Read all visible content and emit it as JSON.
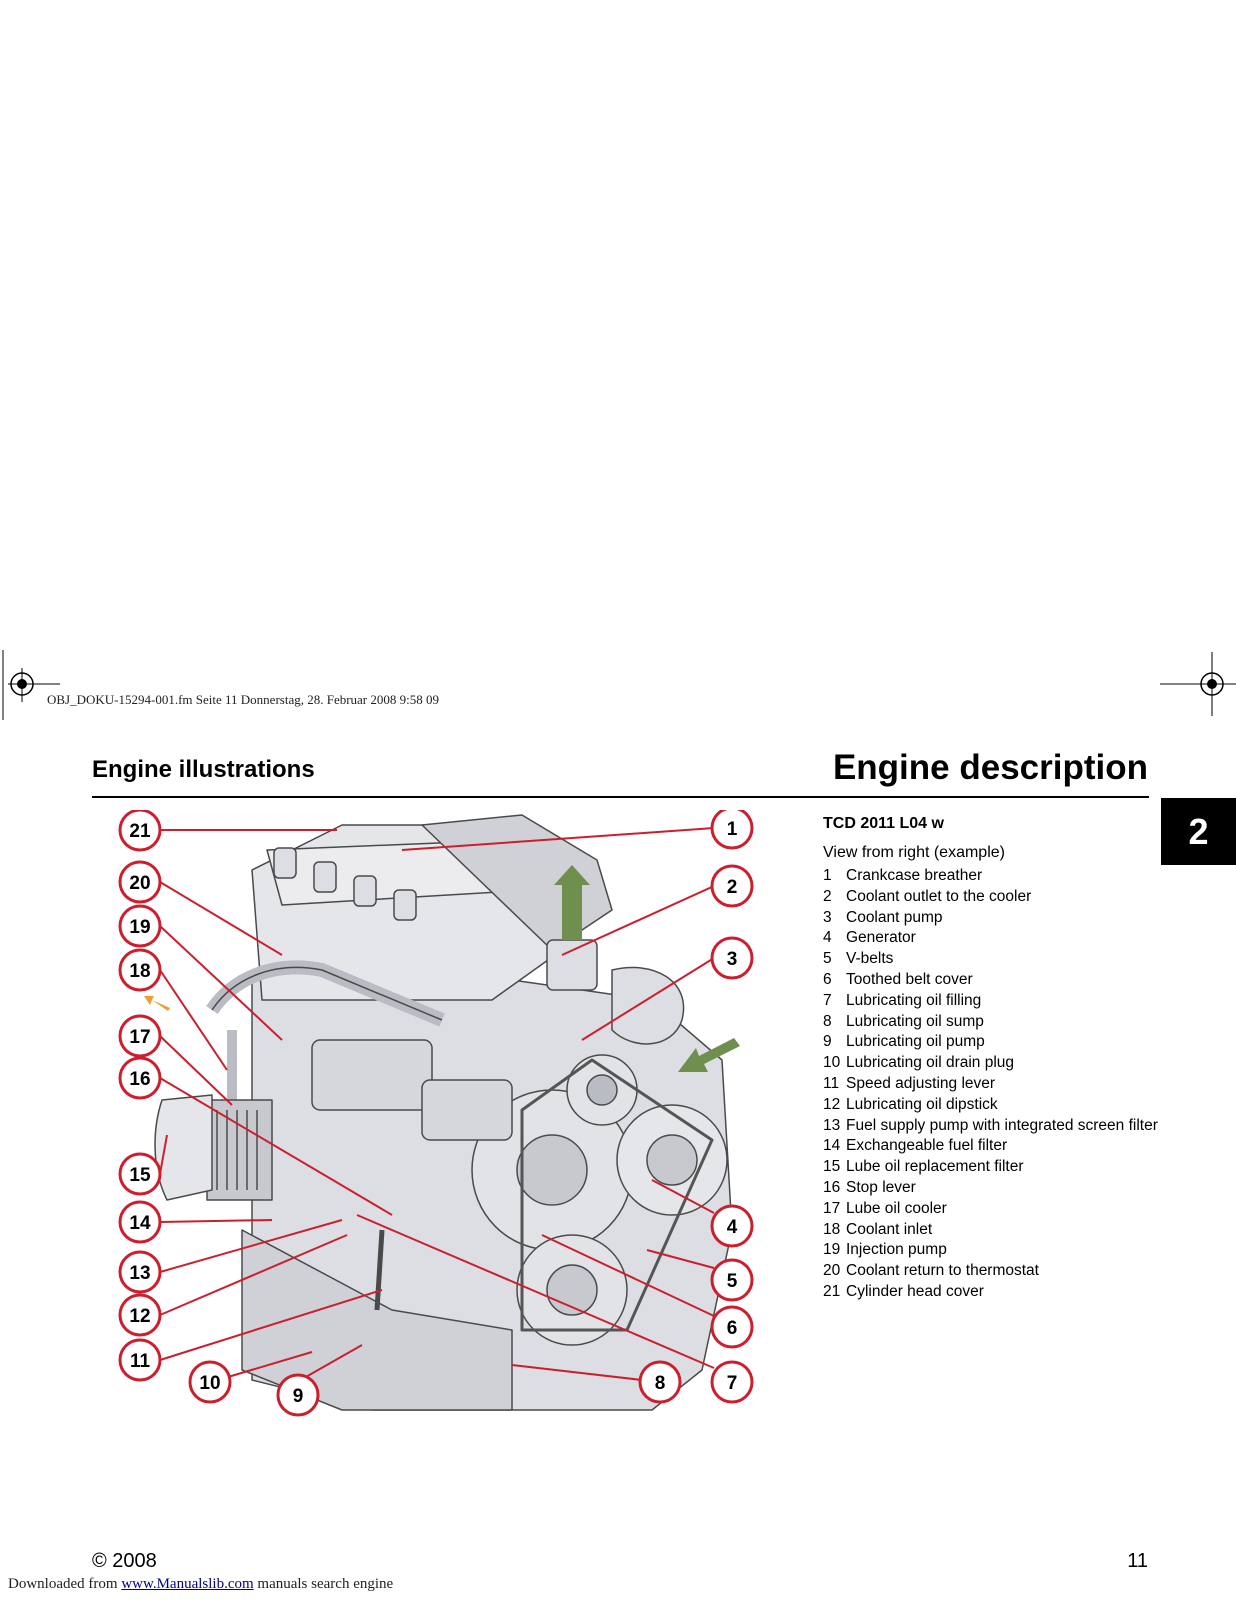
{
  "framemaker_header": "OBJ_DOKU-15294-001.fm  Seite 11  Donnerstag, 28. Februar 2008  9:58 09",
  "section_left": "Engine illustrations",
  "section_right": "Engine description",
  "chapter_tab": "2",
  "model": "TCD 2011 L04 w",
  "view_caption": "View from right (example)",
  "legend": [
    {
      "num": "1",
      "text": "Crankcase breather"
    },
    {
      "num": "2",
      "text": "Coolant outlet to the cooler"
    },
    {
      "num": "3",
      "text": "Coolant pump"
    },
    {
      "num": "4",
      "text": "Generator"
    },
    {
      "num": "5",
      "text": "V-belts"
    },
    {
      "num": "6",
      "text": "Toothed belt cover"
    },
    {
      "num": "7",
      "text": "Lubricating oil filling"
    },
    {
      "num": "8",
      "text": "Lubricating oil sump"
    },
    {
      "num": "9",
      "text": "Lubricating oil pump"
    },
    {
      "num": "10",
      "text": "Lubricating oil drain plug"
    },
    {
      "num": "11",
      "text": "Speed adjusting lever"
    },
    {
      "num": "12",
      "text": "Lubricating oil dipstick"
    },
    {
      "num": "13",
      "text": "Fuel supply pump with integrated screen filter"
    },
    {
      "num": "14",
      "text": "Exchangeable fuel filter"
    },
    {
      "num": "15",
      "text": "Lube oil replacement filter"
    },
    {
      "num": "16",
      "text": "Stop lever"
    },
    {
      "num": "17",
      "text": "Lube oil cooler"
    },
    {
      "num": "18",
      "text": "Coolant inlet"
    },
    {
      "num": "19",
      "text": "Injection pump"
    },
    {
      "num": "20",
      "text": "Coolant return to thermostat"
    },
    {
      "num": "21",
      "text": "Cylinder head cover"
    }
  ],
  "callouts": [
    "1",
    "2",
    "3",
    "4",
    "5",
    "6",
    "7",
    "8",
    "9",
    "10",
    "11",
    "12",
    "13",
    "14",
    "15",
    "16",
    "17",
    "18",
    "19",
    "20",
    "21"
  ],
  "copyright": "© 2008",
  "page_number": "11",
  "footer": {
    "prefix": "Downloaded from",
    "link_text": "www.Manualslib.com",
    "suffix": "manuals search engine"
  },
  "colors": {
    "callout_ring": "#cc1f2d",
    "airflow_arrow": "#6e8f4e",
    "small_arrow": "#e8a030",
    "engine_fill": "#d9dbe0",
    "engine_line": "#4a4a4a"
  }
}
